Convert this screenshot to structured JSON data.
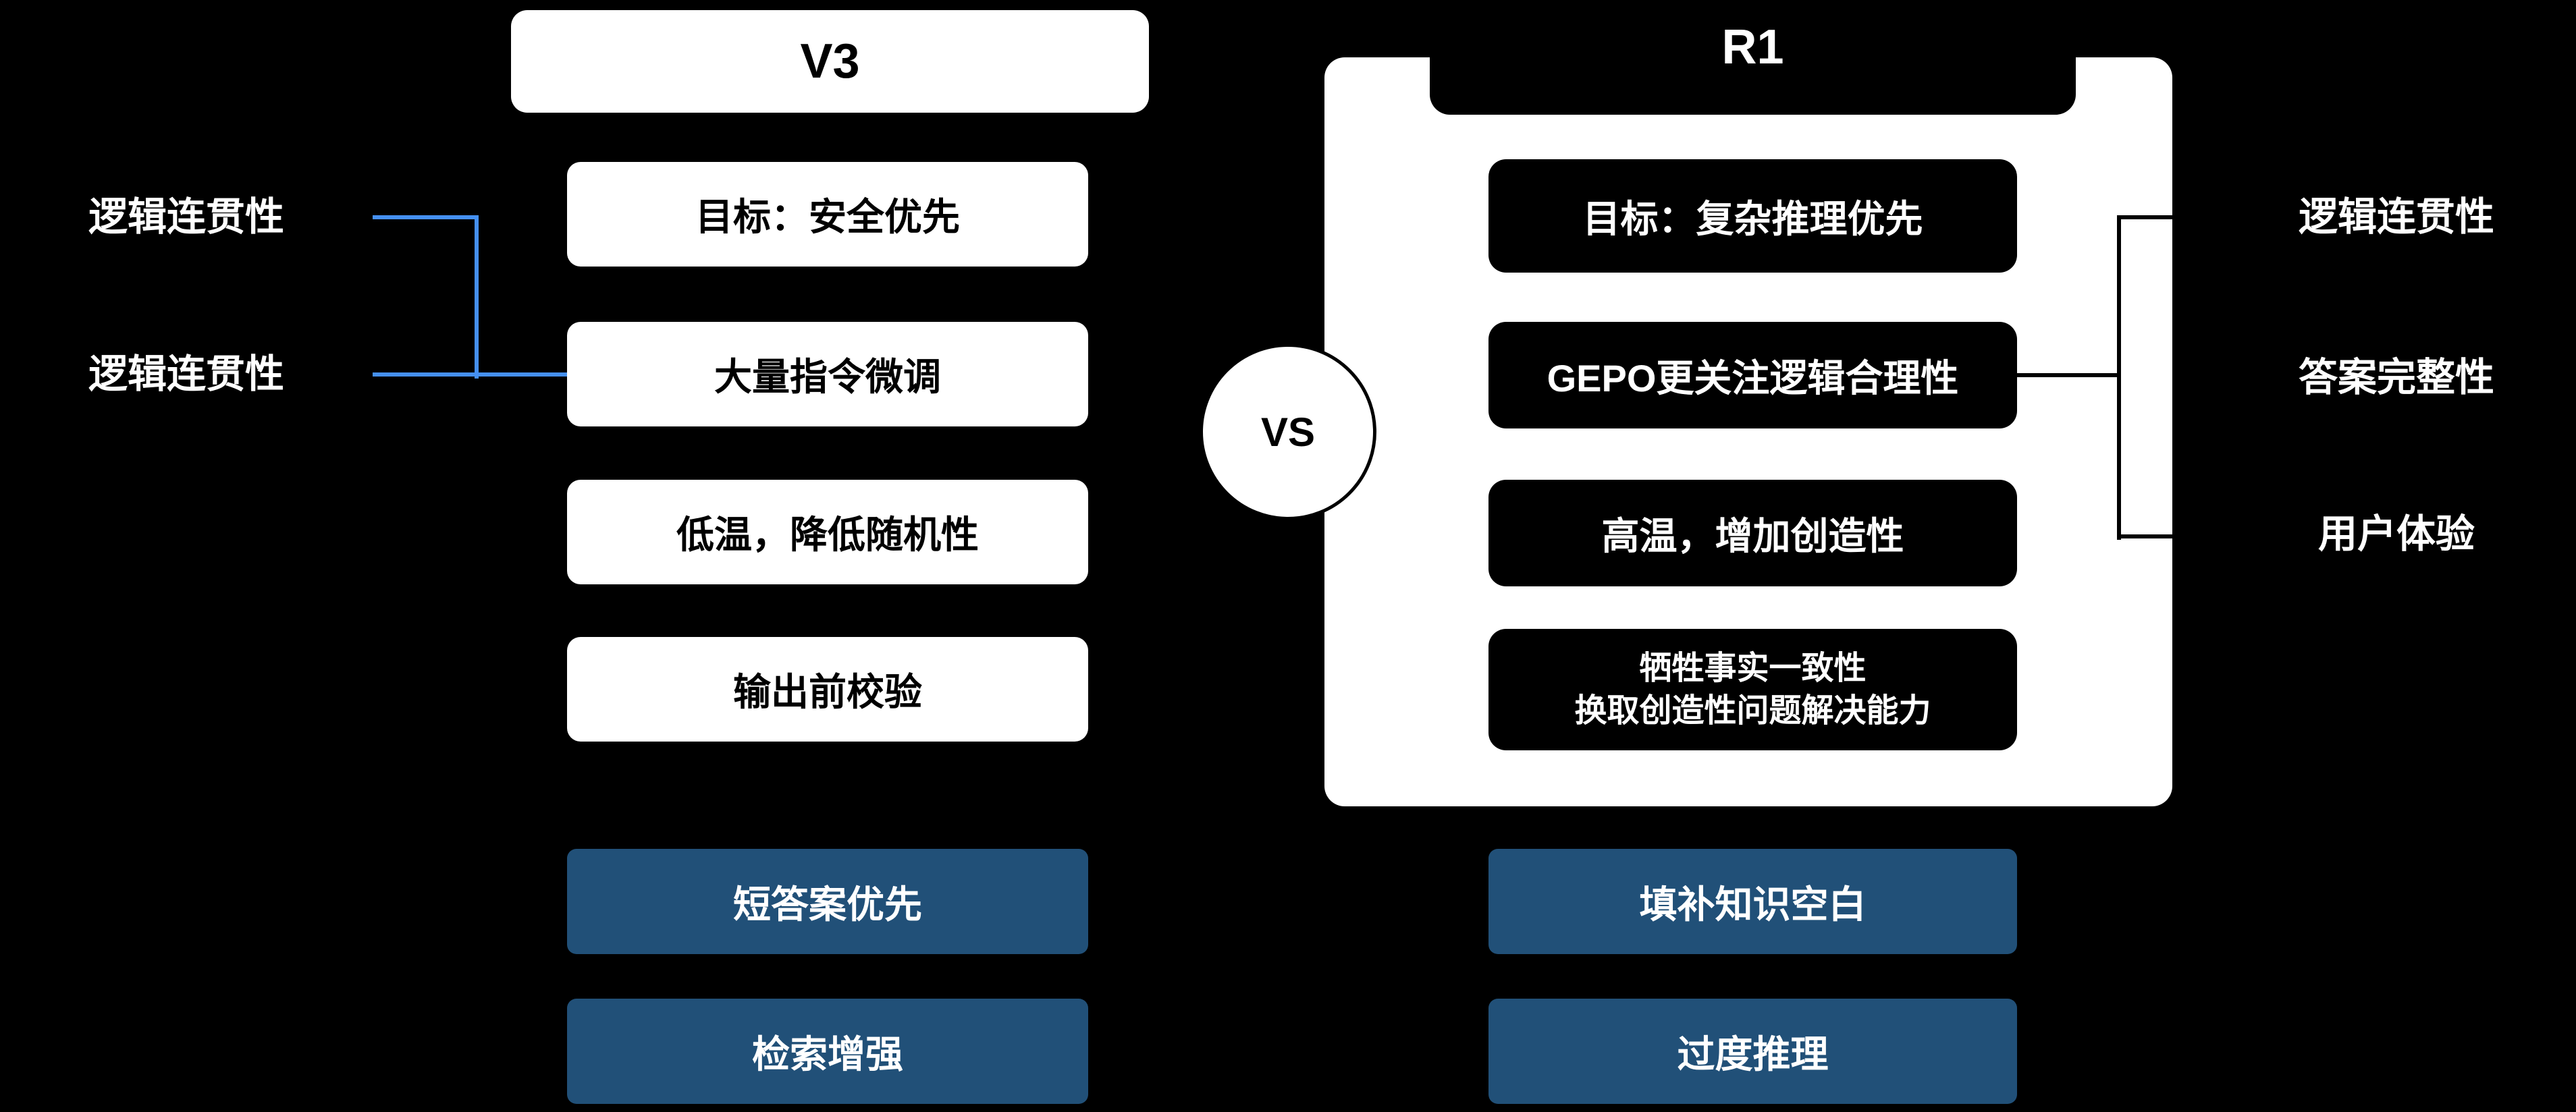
{
  "colors": {
    "background": "#000000",
    "card_white": "#ffffff",
    "card_black": "#000000",
    "card_blue": "#215078",
    "connector_blue": "#4590f2",
    "connector_black": "#000000",
    "text_white": "#ffffff",
    "text_black": "#000000"
  },
  "left": {
    "title": "V3",
    "boxes": [
      {
        "label": "目标：安全优先"
      },
      {
        "label": "大量指令微调"
      },
      {
        "label": "低温，降低随机性"
      },
      {
        "label": "输出前校验"
      }
    ],
    "issues": [
      "短答案优先",
      "检索增强"
    ],
    "labels": [
      "逻辑连贯性",
      "逻辑连贯性"
    ]
  },
  "center": {
    "vs": "VS"
  },
  "right": {
    "title": "R1",
    "boxes": [
      {
        "label": "目标：复杂推理优先"
      },
      {
        "label": "GEPO更关注逻辑合理性"
      },
      {
        "label": "高温，增加创造性"
      }
    ],
    "box_multiline": {
      "line1": "牺牲事实一致性",
      "line2": "换取创造性问题解决能力"
    },
    "issues": [
      "填补知识空白",
      "过度推理"
    ],
    "labels": [
      "逻辑连贯性",
      "答案完整性",
      "用户体验"
    ]
  }
}
